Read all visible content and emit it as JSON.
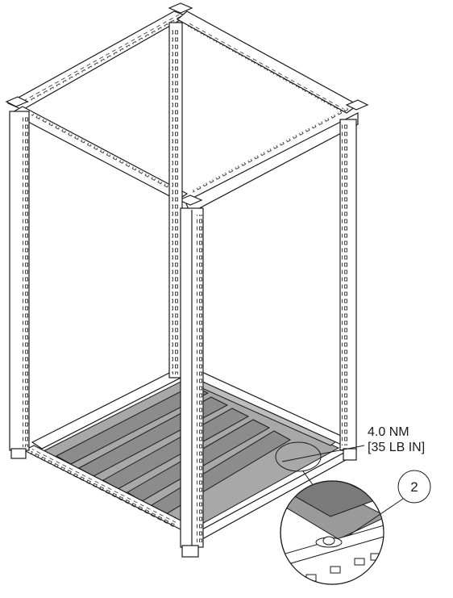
{
  "annotation": {
    "torque_line1": "4.0 NM",
    "torque_line2": "[35 LB IN]"
  },
  "callout": {
    "number": "2"
  },
  "colors": {
    "line": "#1a1a1a",
    "panel": "#9a9a9a",
    "panel_dark": "#7a7a7a",
    "frame_fill": "#ffffff"
  }
}
